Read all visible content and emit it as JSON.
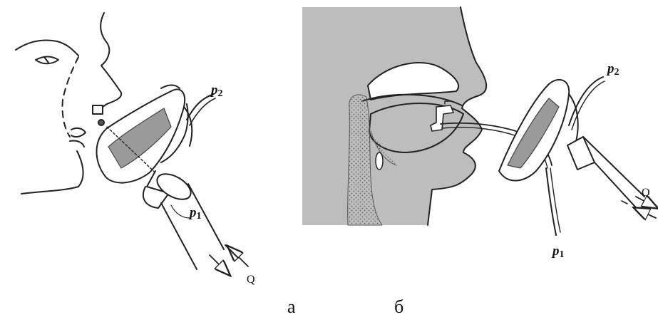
{
  "left": {
    "caption": "а",
    "pressure_top": "p",
    "pressure_top_sub": "2",
    "pressure_bottom": "p",
    "pressure_bottom_sub": "1",
    "flow": "Q"
  },
  "right": {
    "caption": "б",
    "pressure_top": "p",
    "pressure_top_sub": "2",
    "pressure_bottom": "p",
    "pressure_bottom_sub": "1",
    "flow": "Q"
  },
  "colors": {
    "line": "#222222",
    "tissue_gray": "#bdbdbd",
    "mask_shade": "#9a9a9a",
    "dots": "#666666"
  }
}
